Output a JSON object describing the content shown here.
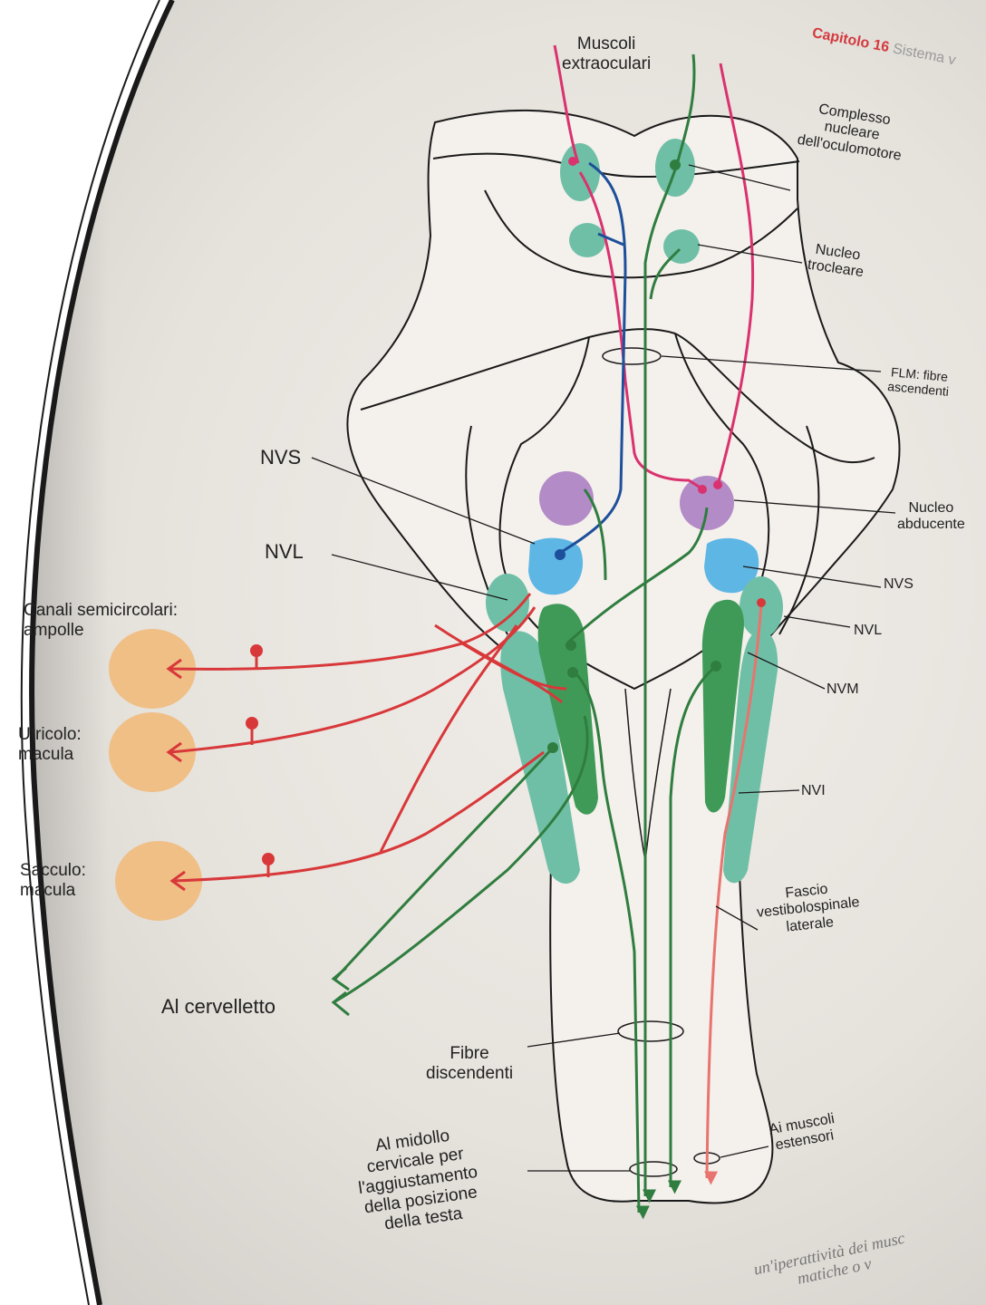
{
  "header": {
    "chapter": "Capitolo 16",
    "section": "Sistema v"
  },
  "labels": {
    "muscoli": "Muscoli\nextraoculari",
    "oculomotore": "Complesso\nnucleare\ndell'oculomotore",
    "trocleare": "Nucleo\ntrocleare",
    "flm": "FLM: fibre\nascendenti",
    "abducente": "Nucleo\nabducente",
    "nvs_left": "NVS",
    "nvl_left": "NVL",
    "nvs_right": "NVS",
    "nvl_right": "NVL",
    "nvm": "NVM",
    "nvi": "NVI",
    "canali": "Canali semicircolari:\nampolle",
    "utricolo": "Utricolo:\nmacula",
    "sacculo": "Sacculo:\nmacula",
    "cervelletto": "Al cervelletto",
    "fibre_discendenti": "Fibre\ndiscendenti",
    "fascio": "Fascio\nvestibolospinale\nlaterale",
    "estensori": "Ai muscoli\nestensori",
    "midollo": "Al midollo\ncervicale per\nl'aggiustamento\ndella posizione\ndella testa"
  },
  "footer": {
    "text": "un'iperattività dei musc\n          matiche o v"
  },
  "colors": {
    "pink": "#d9326f",
    "blue": "#1e4f9a",
    "green": "#2f7d3f",
    "red": "#d8383a",
    "teal": "#6fbfa7",
    "dark_green": "#3f9a58",
    "light_blue": "#5db6e4",
    "purple": "#b38bc7",
    "organ": "#f0bf86",
    "descending_red": "#e8746f"
  }
}
